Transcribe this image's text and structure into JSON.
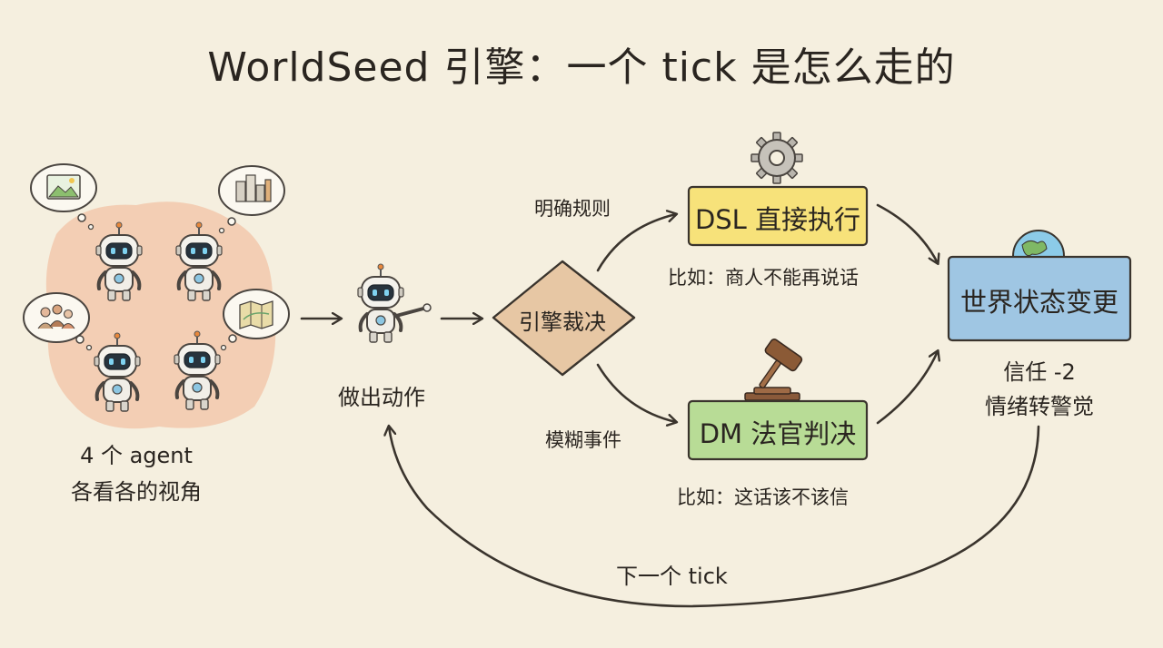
{
  "title": "WorldSeed 引擎：一个 tick 是怎么走的",
  "agents": {
    "count_label": "4 个 agent",
    "view_label": "各看各的视角"
  },
  "action": {
    "label": "做出动作"
  },
  "engine": {
    "label": "引擎裁决"
  },
  "rule_branch": {
    "edge_label": "明确规则",
    "box_label": "DSL 直接执行",
    "example": "比如：商人不能再说话"
  },
  "fuzzy_branch": {
    "edge_label": "模糊事件",
    "box_label": "DM 法官判决",
    "example": "比如：这话该不该信"
  },
  "world": {
    "box_label": "世界状态变更",
    "change_1": "信任 -2",
    "change_2": "情绪转警觉"
  },
  "loop": {
    "label": "下一个 tick"
  },
  "colors": {
    "background": "#f5efdf",
    "agent_blob": "#f2c3a6",
    "rule_box": "#f7e27a",
    "fuzzy_box": "#b8dc96",
    "world_box": "#9fc6e3",
    "decision_diamond": "#e7c7a4",
    "ink": "#3a342d"
  },
  "icons": {
    "rule": "gear-icon",
    "fuzzy": "gavel-icon",
    "world": "globe-icon",
    "thought_1": "landscape-picture-icon",
    "thought_2": "city-buildings-icon",
    "thought_3": "people-group-icon",
    "thought_4": "map-icon"
  }
}
